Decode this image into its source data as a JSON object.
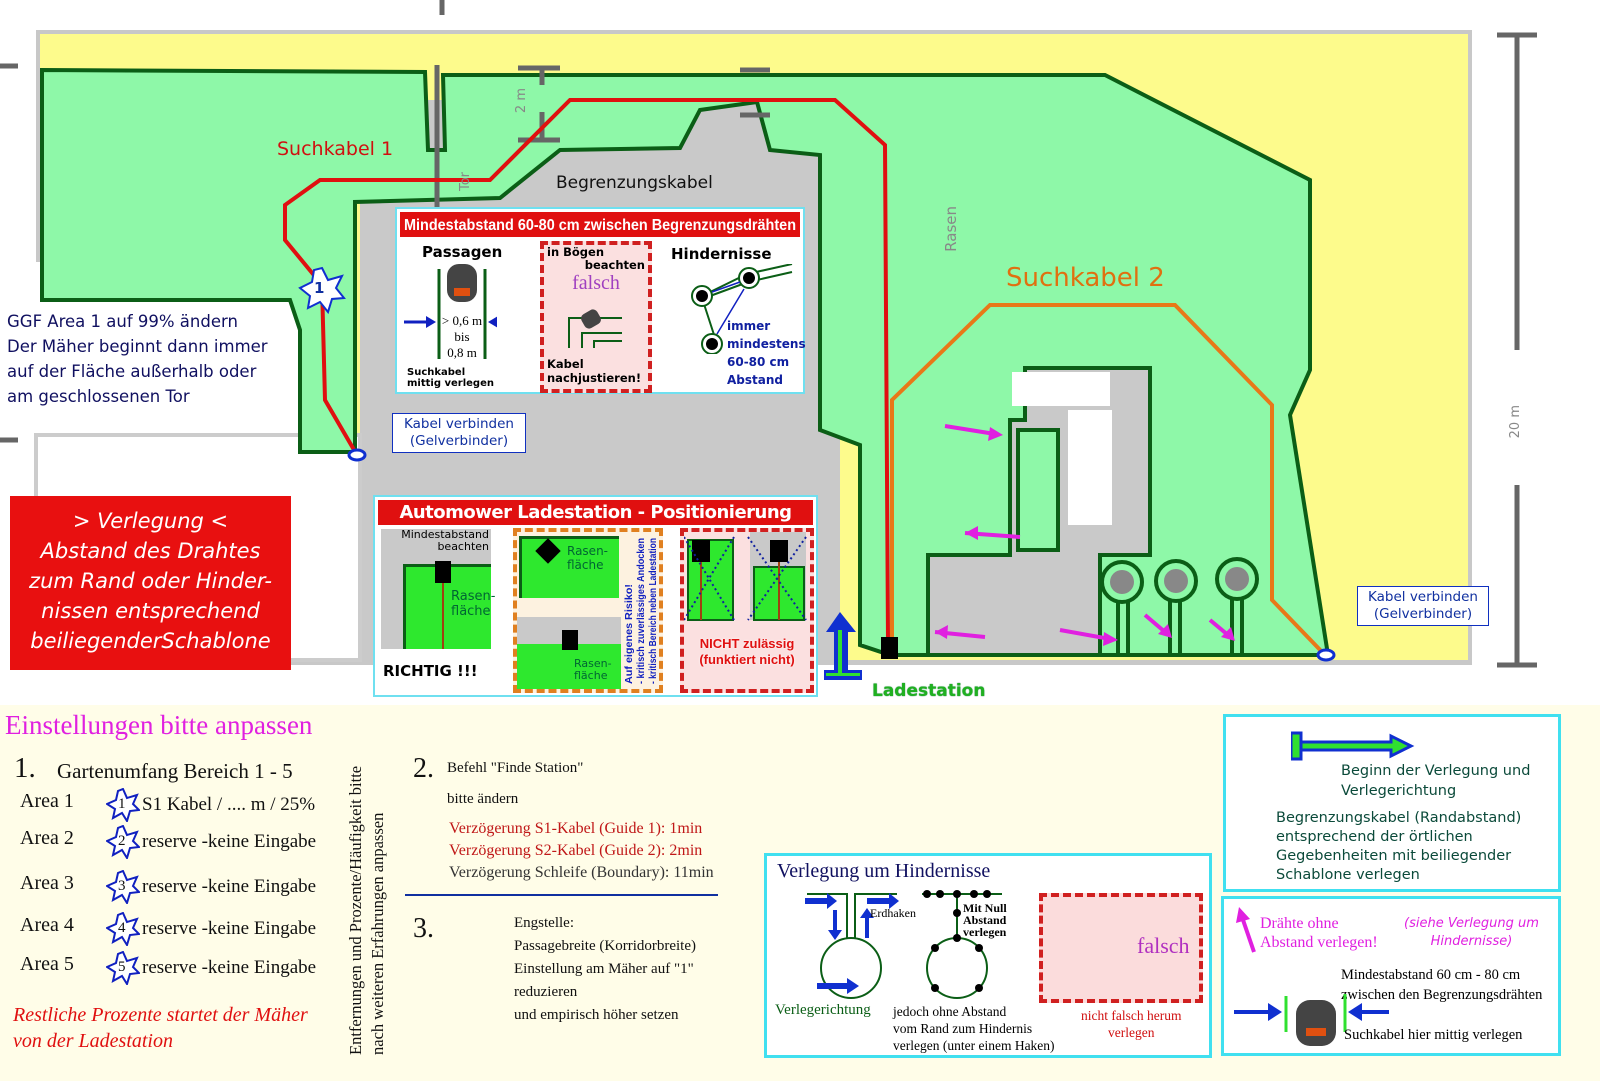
{
  "map": {
    "suchkabel1": "Suchkabel 1",
    "suchkabel2": "Suchkabel 2",
    "begrenzungskabel": "Begrenzungskabel",
    "ggf_note": [
      "GGF Area 1 auf 99% ändern",
      "Der Mäher beginnt dann immer",
      "auf der Fläche außerhalb oder",
      "am geschlossenen Tor"
    ],
    "kabel_verbinden": [
      "Kabel verbinden",
      "(Gelverbinder)"
    ],
    "star_1": "1",
    "scale_20m": "20 m",
    "scale_2m": "2 m",
    "tor": "Tor",
    "rasen": "Rasen",
    "ladestation": "Ladestation",
    "colors": {
      "lawn": "#8ef8a8",
      "border": "#0b5e16",
      "suchkabel1": "#e01010",
      "suchkabel2": "#e87818",
      "sand": "#fdfb8c",
      "arrows": "#e020e0"
    }
  },
  "verlegung_box": {
    "lines": [
      "> Verlegung <",
      "Abstand des Drahtes",
      "zum Rand oder Hinder-",
      "nissen entsprechend",
      "beiliegenderSchablone"
    ]
  },
  "mindestabstand_panel": {
    "title": "Mindestabstand 60-80 cm zwischen Begrenzungsdrähten",
    "passagen": {
      "heading": "Passagen",
      "dist": [
        "> 0,6 m",
        "bis",
        "0,8 m"
      ],
      "note": [
        "Suchkabel",
        "mittig verlegen"
      ]
    },
    "boegen": {
      "heading": [
        "in Bögen",
        "beachten"
      ],
      "falsch": "falsch",
      "note": [
        "Kabel",
        "nachjustieren!"
      ]
    },
    "hindernisse": {
      "heading": "Hindernisse",
      "note": [
        "immer",
        "mindestens",
        "60-80 cm",
        "Abstand"
      ]
    }
  },
  "ladestation_panel": {
    "title": "Automower Ladestation - Positionierung",
    "mindestabstand": [
      "Mindestabstand",
      "beachten"
    ],
    "rasenflaeche": [
      "Rasen-",
      "fläche"
    ],
    "richtig": "RICHTIG !!!",
    "risiko": [
      "Auf eigenes Risiko!",
      "- kritisch zuverlässiges Andocken",
      "- kritisch Bereich neben Ladestation"
    ],
    "nicht_zulaessig": [
      "NICHT zulässig",
      "(funktiert nicht)"
    ]
  },
  "settings": {
    "title": "Einstellungen bitte anpassen",
    "s1": {
      "num": "1.",
      "heading": "Gartenumfang Bereich 1 - 5",
      "areas": [
        {
          "label": "Area 1",
          "star": "1",
          "value": "S1 Kabel / .... m / 25%"
        },
        {
          "label": "Area 2",
          "star": "2",
          "value": "reserve -keine Eingabe"
        },
        {
          "label": "Area 3",
          "star": "3",
          "value": "reserve -keine Eingabe"
        },
        {
          "label": "Area 4",
          "star": "4",
          "value": "reserve -keine Eingabe"
        },
        {
          "label": "Area 5",
          "star": "5",
          "value": "reserve -keine Eingabe"
        }
      ],
      "rest": [
        "Restliche Prozente  startet der Mäher",
        "von der Ladestation"
      ],
      "vertical": [
        "Entfernungen und Prozente/Häufigkeit bitte",
        "nach weiteren Erfahrungen anpassen"
      ]
    },
    "s2": {
      "num": "2.",
      "heading": "Befehl \"Finde Station\"",
      "sub": "bitte ändern",
      "lines": [
        "Verzögerung S1-Kabel (Guide 1): 1min",
        "Verzögerung S2-Kabel (Guide 2): 2min",
        "Verzögerung Schleife (Boundary): 11min"
      ]
    },
    "s3": {
      "num": "3.",
      "lines": [
        "Engstelle:",
        "Passagebreite (Korridorbreite)",
        "Einstellung am Mäher auf \"1\"",
        "reduzieren",
        "und empirisch höher setzen"
      ]
    }
  },
  "hindernisse_panel": {
    "title": "Verlegung um Hindernisse",
    "verlegerichtung": "Verlegerichtung",
    "erdhaken": "Erdhaken",
    "mit_null": [
      "Mit Null",
      "Abstand",
      "verlegen"
    ],
    "ohne_abstand": [
      "jedoch ohne Abstand",
      "vom Rand zum Hindernis",
      "verlegen (unter einem Haken)"
    ],
    "falsch": "falsch",
    "nicht_falsch": [
      "nicht falsch herum",
      "verlegen"
    ]
  },
  "legend": {
    "beginn": [
      "Beginn der Verlegung und",
      "Verlegerichtung"
    ],
    "begrenzung": [
      "Begrenzungskabel (Randabstand)",
      "entsprechend der örtlichen",
      "Gegebenheiten mit beiliegender",
      "Schablone verlegen"
    ],
    "draehte": [
      "Drähte ohne",
      "Abstand verlegen!"
    ],
    "siehe": [
      "(siehe Verlegung um",
      "Hindernisse)"
    ],
    "mindest": [
      "Mindestabstand 60 cm - 80 cm",
      "zwischen den Begrenzungsdrähten"
    ],
    "suchkabel": "Suchkabel hier mittig verlegen"
  }
}
